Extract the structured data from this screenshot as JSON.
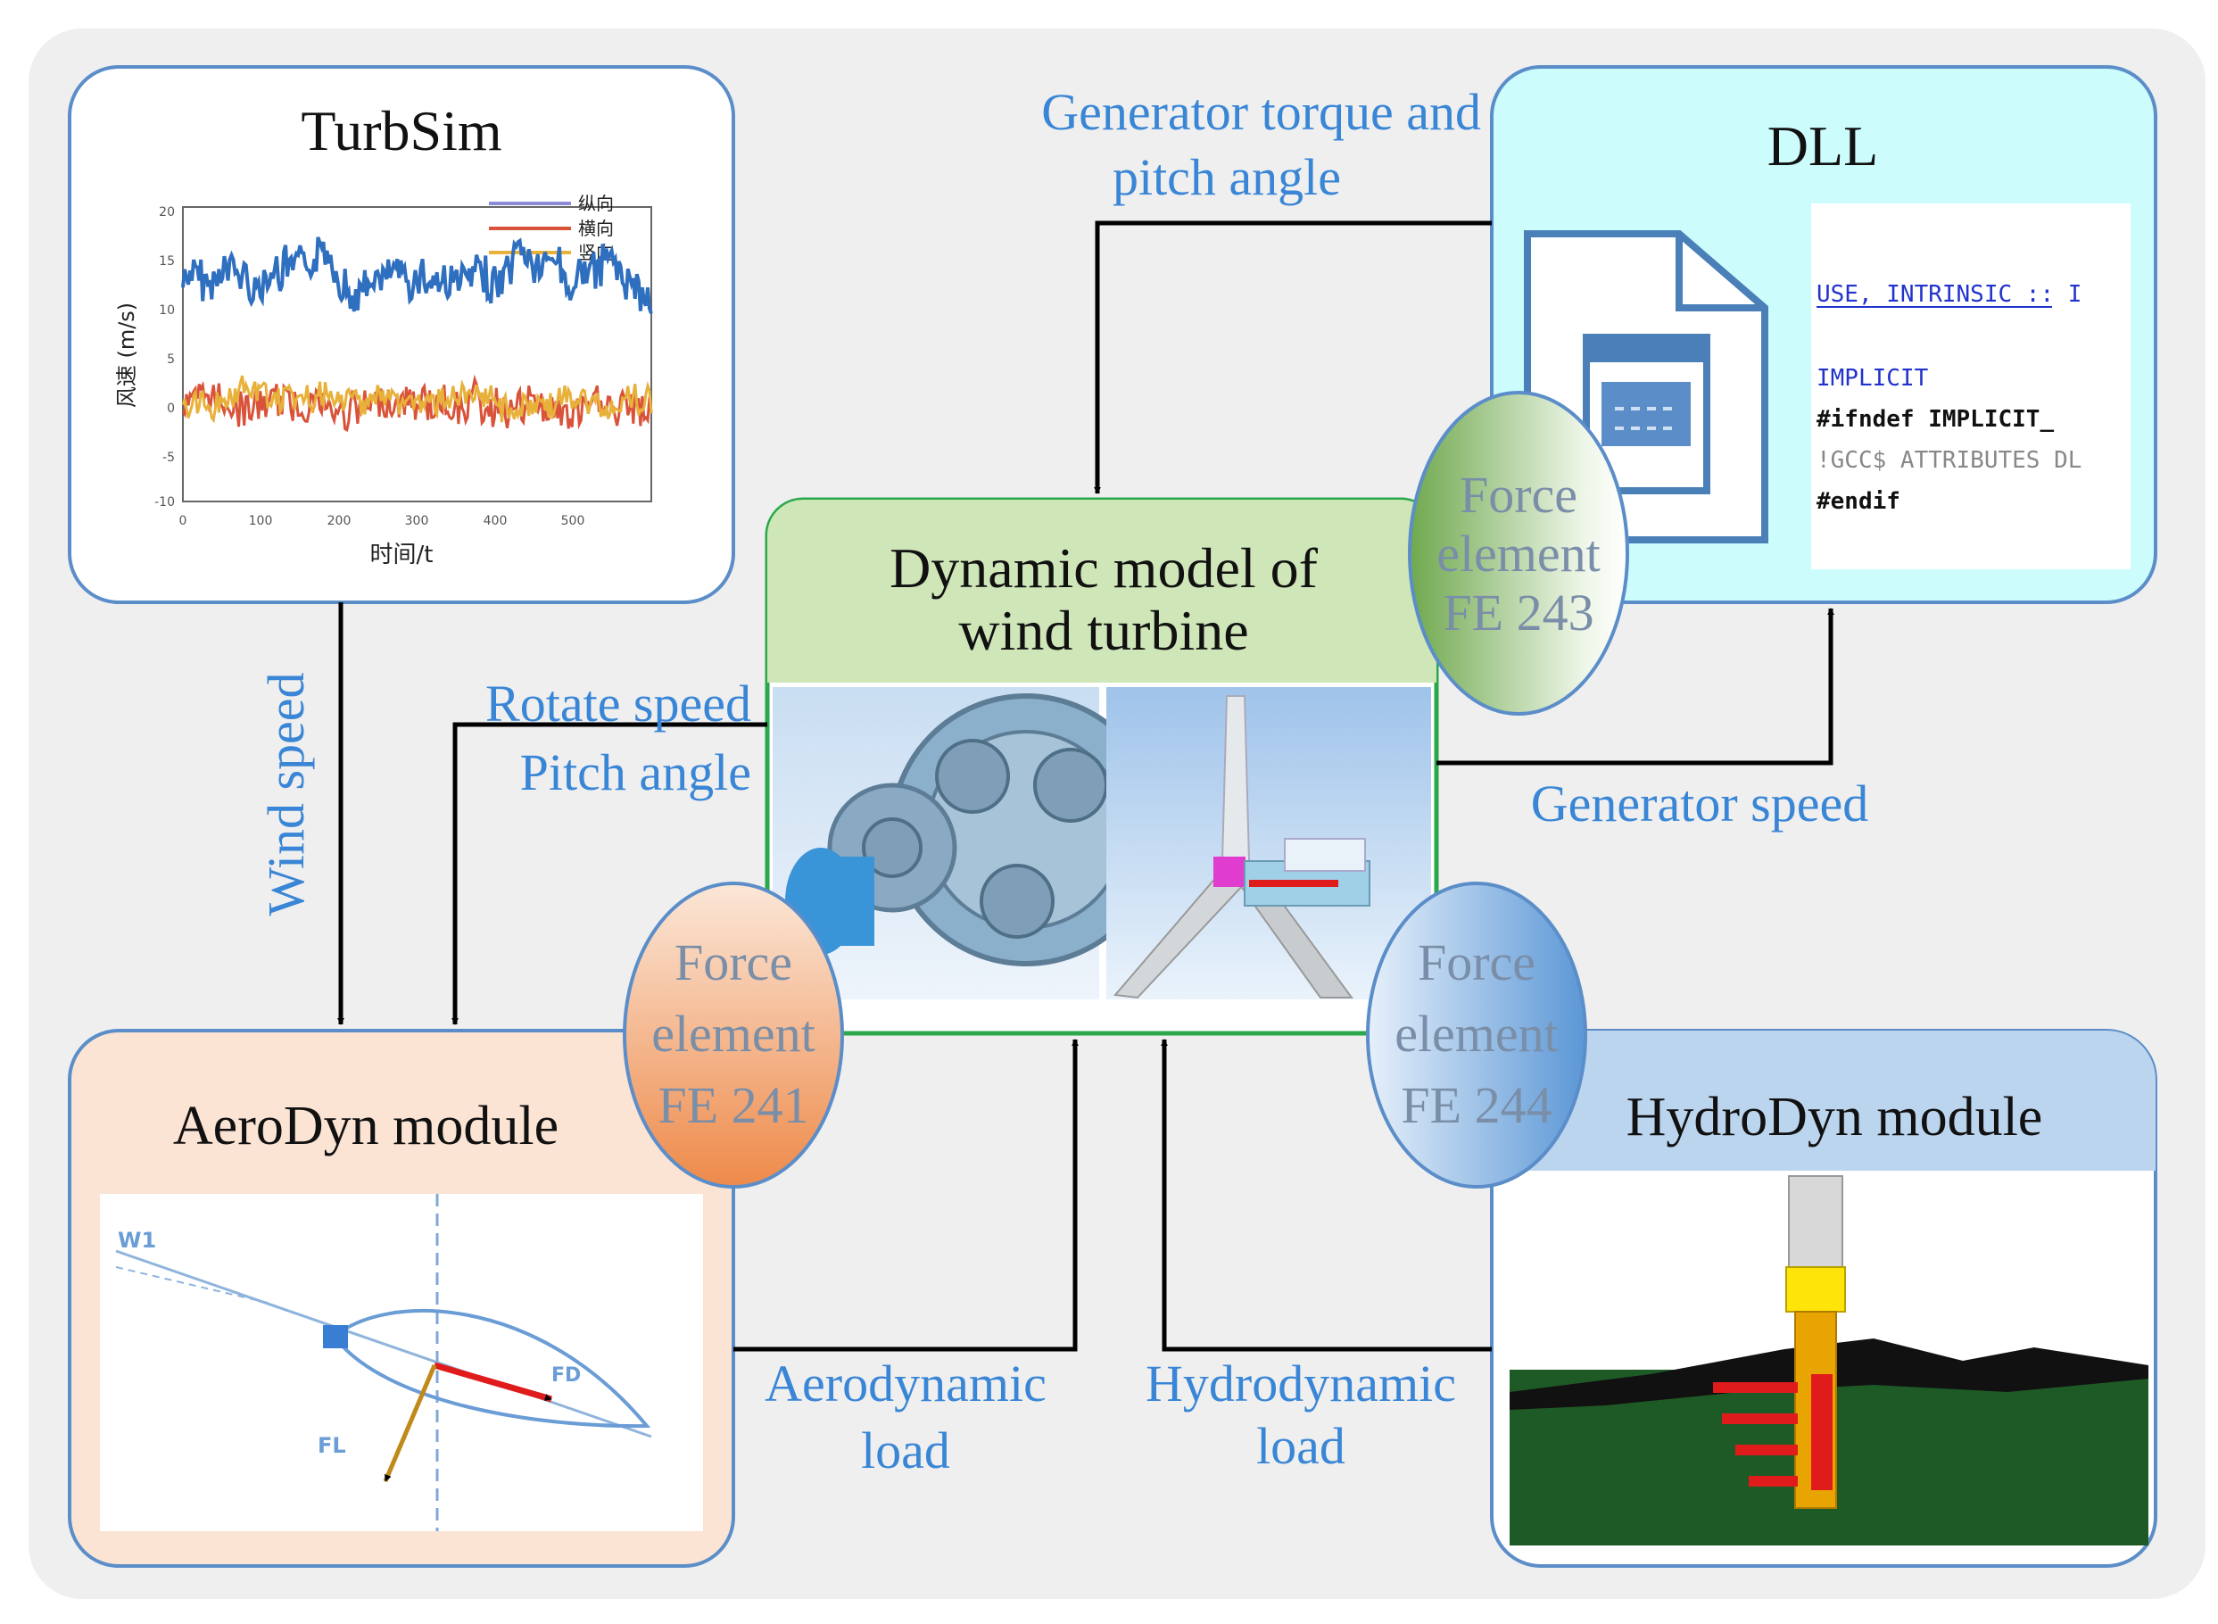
{
  "turbsim": {
    "title": "TurbSim",
    "plot": {
      "ylabel": "风速 (m/s)",
      "xlabel": "时间/t",
      "yticks": [
        "20",
        "15",
        "10",
        "5",
        "0",
        "-5",
        "-10"
      ],
      "xticks": [
        "0",
        "100",
        "200",
        "300",
        "400",
        "500"
      ],
      "legend": [
        "纵向",
        "横向",
        "竖向"
      ],
      "colors": [
        "#2f6fc0",
        "#d9533a",
        "#e8b13a"
      ]
    }
  },
  "dll": {
    "title": "DLL",
    "code_lines": [
      "USE, INTRINSIC :: I",
      "IMPLICIT",
      "#ifndef IMPLICIT_",
      "!GCC$ ATTRIBUTES DL",
      "#endif"
    ],
    "code_colors": [
      "#2233cc",
      "#2233cc",
      "#111111",
      "#888888",
      "#111111"
    ]
  },
  "model": {
    "title_line1": "Dynamic model of",
    "title_line2": "wind turbine"
  },
  "aerodyn": {
    "title": "AeroDyn module",
    "labels": {
      "w": "W1",
      "fd": "FD",
      "fl": "FL"
    }
  },
  "hydrodyn": {
    "title": "HydroDyn module"
  },
  "force_elements": {
    "fe241": {
      "line1": "Force",
      "line2": "element",
      "line3": "FE 241"
    },
    "fe243": {
      "line1": "Force",
      "line2": "element",
      "line3": "FE 243"
    },
    "fe244": {
      "line1": "Force",
      "line2": "element",
      "line3": "FE 244"
    }
  },
  "flows": {
    "wind_speed": "Wind speed",
    "rotate_speed": "Rotate speed",
    "pitch_angle": "Pitch angle",
    "gen_torque_line1": "Generator torque and",
    "gen_torque_line2": "pitch angle",
    "generator_speed": "Generator speed",
    "aero_load_line1": "Aerodynamic",
    "aero_load_line2": "load",
    "hydro_load_line1": "Hydrodynamic",
    "hydro_load_line2": "load"
  },
  "colors": {
    "background_panel": "#efefef",
    "box_border": "#5b8ec9",
    "turbsim_fill": "#ffffff",
    "dll_fill": "#ccfcfc",
    "model_border": "#2aa84a",
    "model_header": "#cfe6b8",
    "aerodyn_fill": "#fbe4d4",
    "hydrodyn_header": "#bcd5ee",
    "fe241_fill": "#ee9a64",
    "fe243_fill": "#8fc06e",
    "fe244_fill": "#7aaee0",
    "flow_text": "#3a86d6",
    "arrow": "#000000"
  }
}
